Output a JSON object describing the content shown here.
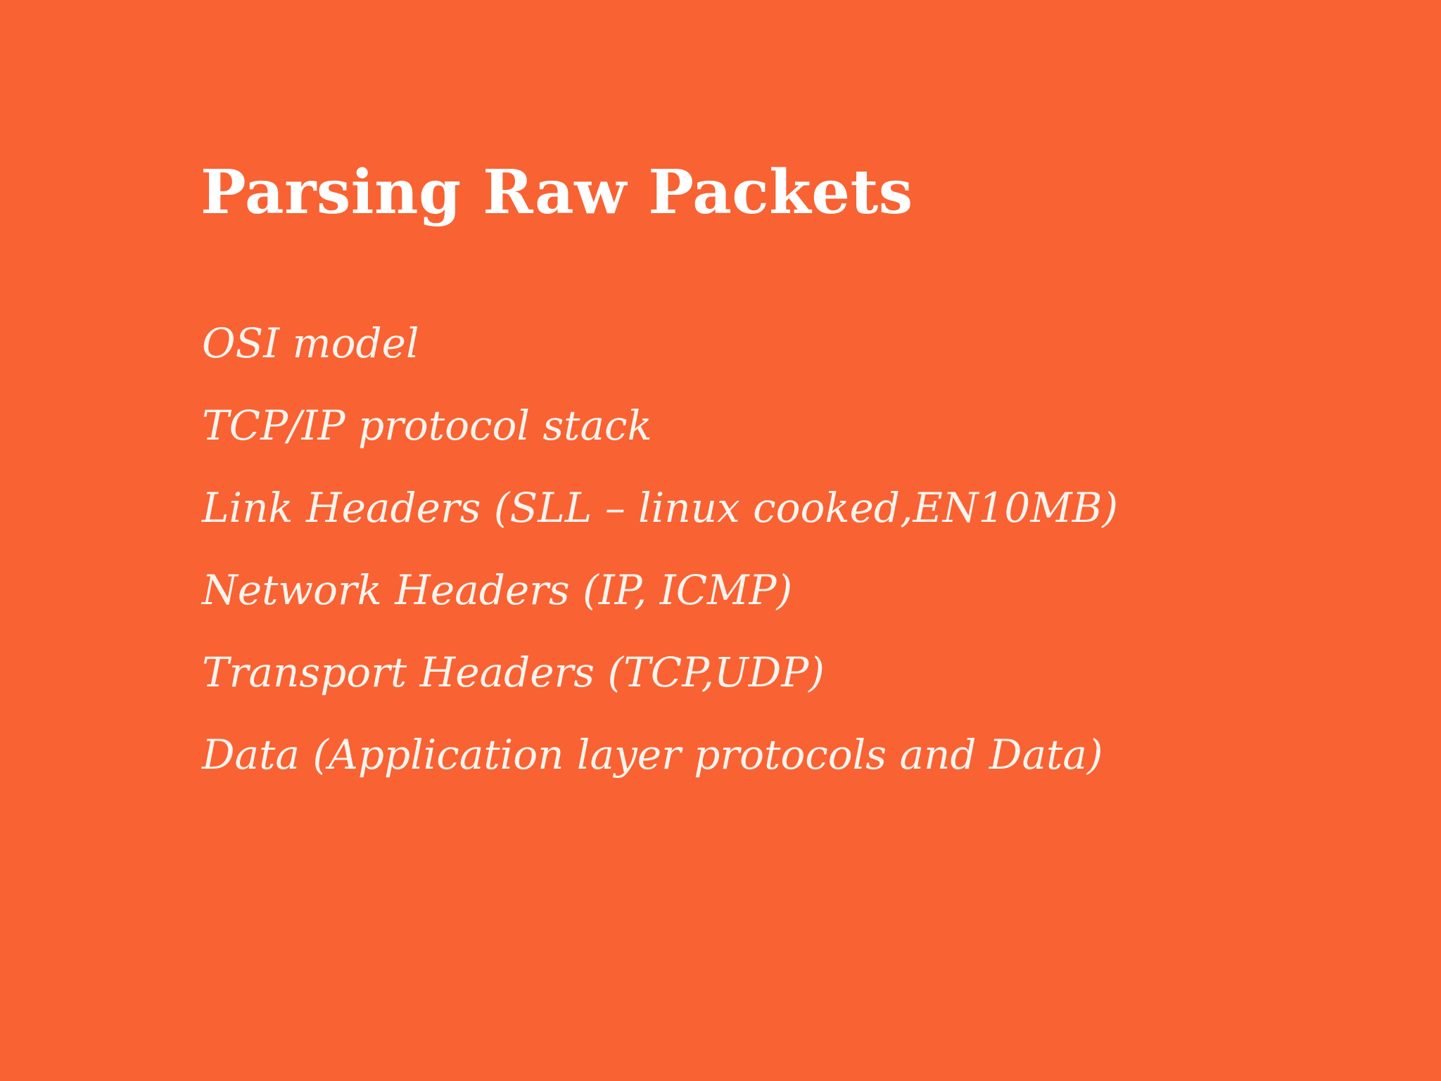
{
  "slide": {
    "background_color": "#F96233",
    "title_color": "#FFFFFF",
    "body_color": "#FDF4EE",
    "title": "Parsing Raw Packets",
    "bullets": [
      "OSI model",
      "TCP/IP protocol stack",
      "Link Headers (SLL – linux cooked,EN10MB)",
      "Network Headers (IP, ICMP)",
      "Transport Headers (TCP,UDP)",
      "Data (Application layer protocols and Data)"
    ]
  }
}
